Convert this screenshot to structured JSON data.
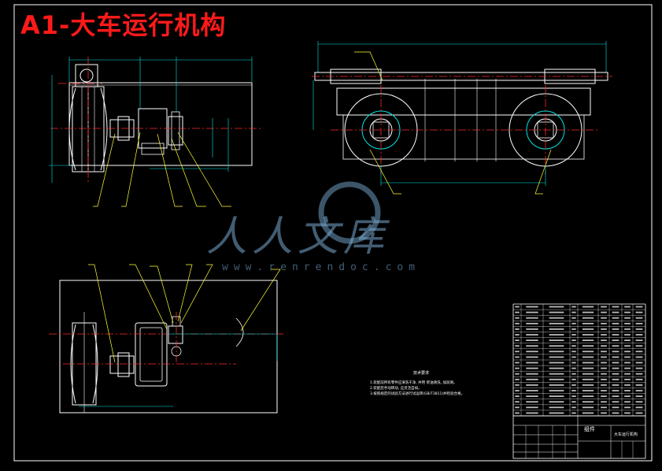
{
  "title": "A1-大车运行机构",
  "watermark": {
    "logo_text": "人人文库",
    "url": "www.renrendoc.com"
  },
  "tech_notes": {
    "heading": "技术要求",
    "lines": [
      "1.装配前所有零件应清洗干净, 并用 柴油清洗, 加润滑。",
      "2.装配后手动转动, 应灵活自如。",
      "3.按照规定的试验方法进行试运转(GB/T3811)并检验合格。"
    ]
  },
  "title_block": {
    "name": "大车运行机构",
    "unit_label": "组件"
  },
  "colors": {
    "background": "#000000",
    "frame": "#ffffff",
    "title": "#ff1a1a",
    "outline": "#ffffff",
    "center_line": "#ff2a2a",
    "dimension": "#00e5e5",
    "leader": "#ffff33",
    "watermark": "#78aad2"
  }
}
